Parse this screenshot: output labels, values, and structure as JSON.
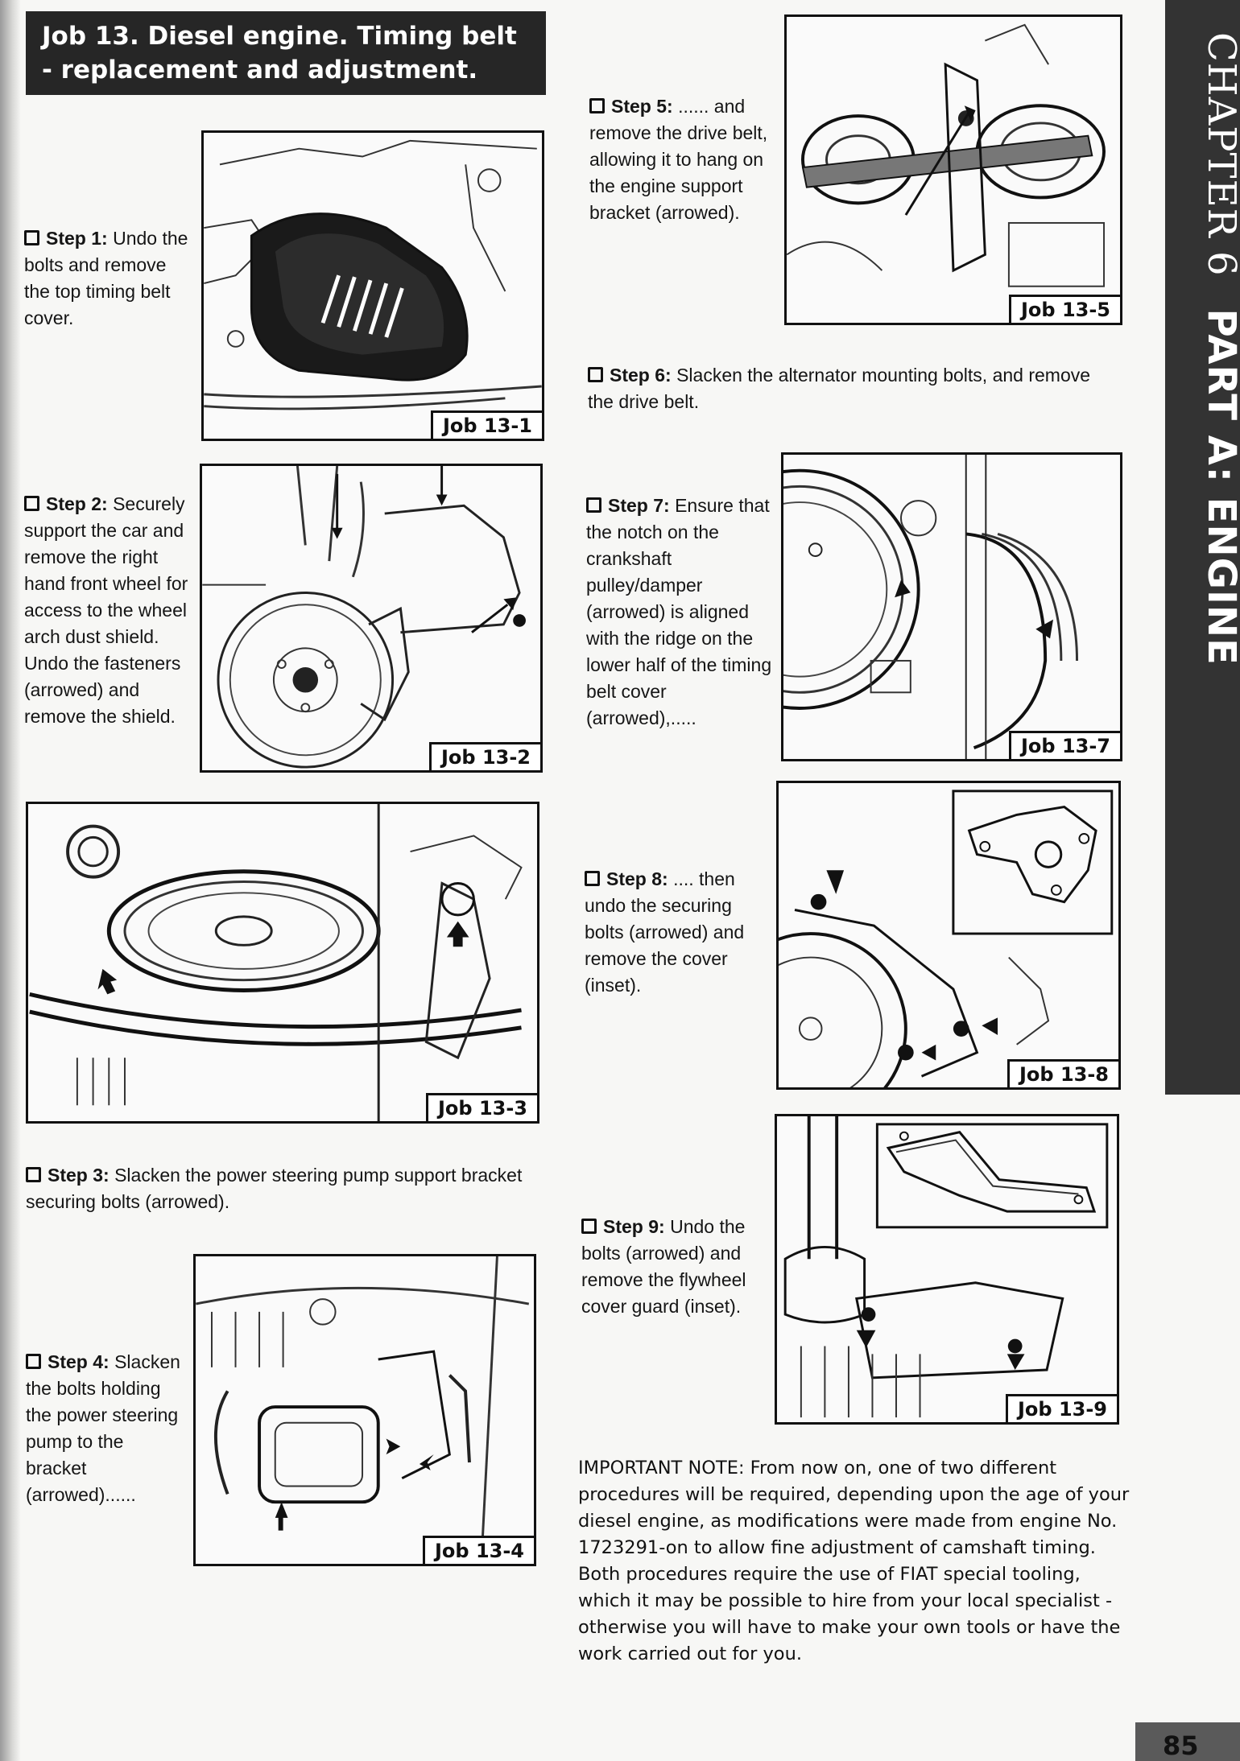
{
  "header": {
    "title_line1": "Job 13. Diesel engine. Timing belt",
    "title_line2": "- replacement and adjustment."
  },
  "sidebar": {
    "chapter": "CHAPTER 6",
    "part": "PART A: ENGINE"
  },
  "figures": {
    "f1": "Job 13-1",
    "f2": "Job 13-2",
    "f3": "Job 13-3",
    "f4": "Job 13-4",
    "f5": "Job 13-5",
    "f7": "Job 13-7",
    "f8": "Job 13-8",
    "f9": "Job 13-9"
  },
  "steps": {
    "s1": {
      "label": "Step 1:",
      "text": " Undo the bolts and remove the top timing belt cover."
    },
    "s2": {
      "label": "Step 2:",
      "text": " Securely support the car and remove the right hand front wheel for access to the wheel arch dust shield. Undo the fasteners (arrowed) and remove the shield."
    },
    "s3": {
      "label": "Step 3:",
      "text": " Slacken the power steering pump support bracket securing bolts (arrowed)."
    },
    "s4": {
      "label": "Step 4:",
      "text": " Slacken the bolts holding the power steering pump to the bracket (arrowed)......"
    },
    "s5": {
      "label": "Step 5:",
      "text": " ...... and remove the drive belt, allowing it to hang on the engine support bracket (arrowed)."
    },
    "s6": {
      "label": "Step 6:",
      "text": " Slacken the alternator mounting bolts, and remove the drive belt."
    },
    "s7": {
      "label": "Step 7:",
      "text": " Ensure that the notch on the crankshaft pulley/damper (arrowed) is aligned with the ridge on the lower half of the timing belt cover (arrowed),....."
    },
    "s8": {
      "label": "Step 8:",
      "text": " .... then undo the securing bolts (arrowed) and remove the cover (inset)."
    },
    "s9": {
      "label": "Step 9:",
      "text": " Undo the bolts (arrowed) and remove the flywheel cover guard (inset)."
    }
  },
  "note": "IMPORTANT NOTE: From now on, one of two different procedures will be required, depending upon the age of your diesel engine, as modifications were made from engine No. 1723291-on to allow fine adjustment of camshaft timing. Both procedures require the use of FIAT special tooling, which it may be possible to hire from your local specialist - otherwise you will have to make your own tools or have the work carried out for you.",
  "page_number": "85"
}
